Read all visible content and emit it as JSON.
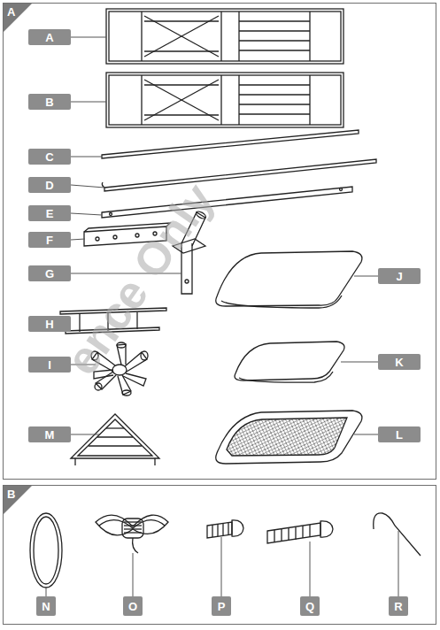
{
  "diagram": {
    "nodes": [
      {
        "text": [
          "A"
        ]
      },
      {
        "text": [
          "B"
        ]
      }
    ],
    "labels": [
      "A",
      "B",
      "C",
      "D",
      "E",
      "F",
      "G",
      "H",
      "I",
      "M",
      "J",
      "K",
      "L",
      "N",
      "O",
      "P",
      "Q",
      "R",
      "ence Only"
    ]
  }
}
